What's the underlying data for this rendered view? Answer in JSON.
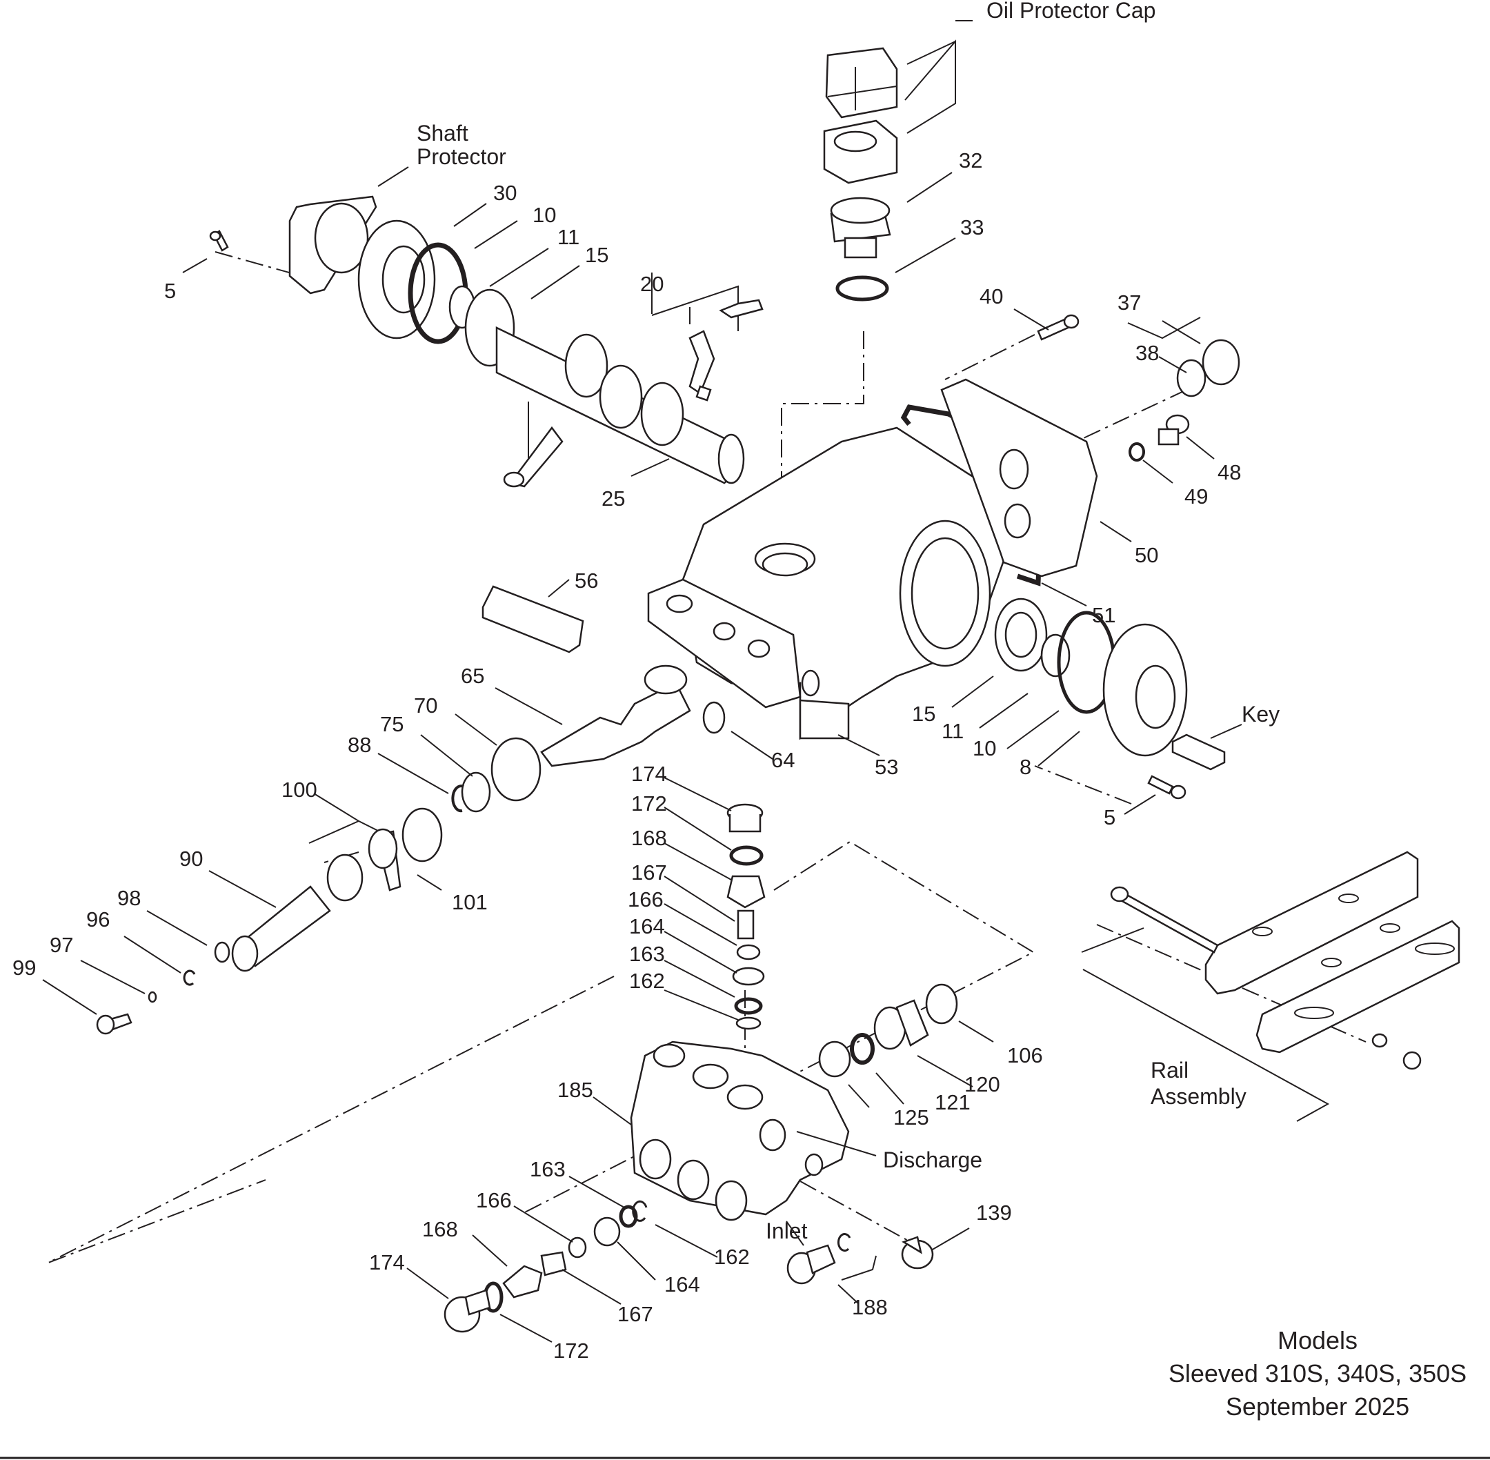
{
  "callouts": {
    "oil_protector_cap": "Oil Protector Cap",
    "shaft_protector_1": "Shaft",
    "shaft_protector_2": "Protector",
    "discharge": "Discharge",
    "inlet": "Inlet",
    "key": "Key",
    "rail_assembly_1": "Rail",
    "rail_assembly_2": "Assembly"
  },
  "part_numbers": {
    "p30": "30",
    "p10a": "10",
    "p11a": "11",
    "p15a": "15",
    "p5a": "5",
    "p20": "20",
    "p25": "25",
    "p32": "32",
    "p33": "33",
    "p40": "40",
    "p37": "37",
    "p38": "38",
    "p48": "48",
    "p49": "49",
    "p50": "50",
    "p51": "51",
    "p56": "56",
    "p65": "65",
    "p70": "70",
    "p75": "75",
    "p88": "88",
    "p64": "64",
    "p53": "53",
    "p15b": "15",
    "p11b": "11",
    "p10b": "10",
    "p8": "8",
    "p5b": "5",
    "p100": "100",
    "p90": "90",
    "p101": "101",
    "p98": "98",
    "p96": "96",
    "p97": "97",
    "p99": "99",
    "p174a": "174",
    "p172a": "172",
    "p168a": "168",
    "p167a": "167",
    "p166a": "166",
    "p164a": "164",
    "p163a": "163",
    "p162a": "162",
    "p185": "185",
    "p106": "106",
    "p120": "120",
    "p121": "121",
    "p125": "125",
    "p163b": "163",
    "p166b": "166",
    "p168b": "168",
    "p174b": "174",
    "p162b": "162",
    "p164b": "164",
    "p167b": "167",
    "p172b": "172",
    "p139": "139",
    "p188": "188"
  },
  "footer": {
    "models_title": "Models",
    "models_list": "Sleeved 310S, 340S, 350S",
    "date": "September 2025"
  }
}
